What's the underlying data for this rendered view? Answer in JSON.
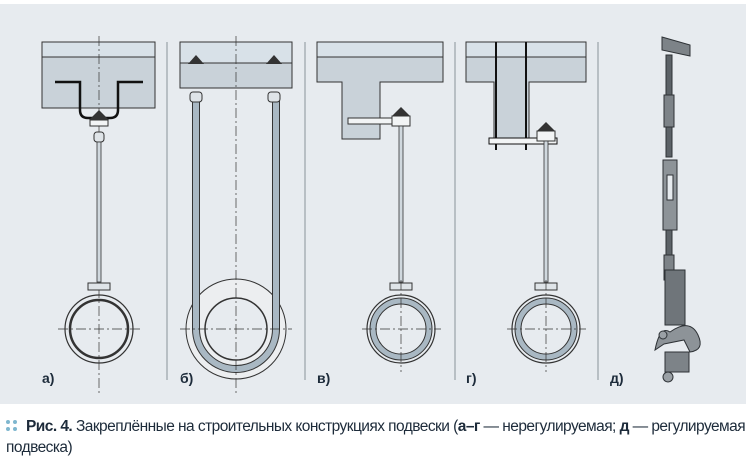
{
  "figure": {
    "panels": [
      {
        "label": "а)"
      },
      {
        "label": "б)"
      },
      {
        "label": "в)"
      },
      {
        "label": "г)"
      },
      {
        "label": "д)"
      }
    ],
    "colors": {
      "background": "#e7ebef",
      "slab_light": "#d8e1e8",
      "slab_dark": "#c9d2d9",
      "pipe": "#9fb1bd",
      "line": "#2b2f33"
    }
  },
  "caption": {
    "fig_number": "Рис. 4.",
    "text_1": " Закреплённые на строительных конструкциях подвески (",
    "bold_1": "а–г",
    "text_2": " — нерегулируемая; ",
    "bold_2": "д",
    "text_3": " — регулируемая подвеска)"
  }
}
